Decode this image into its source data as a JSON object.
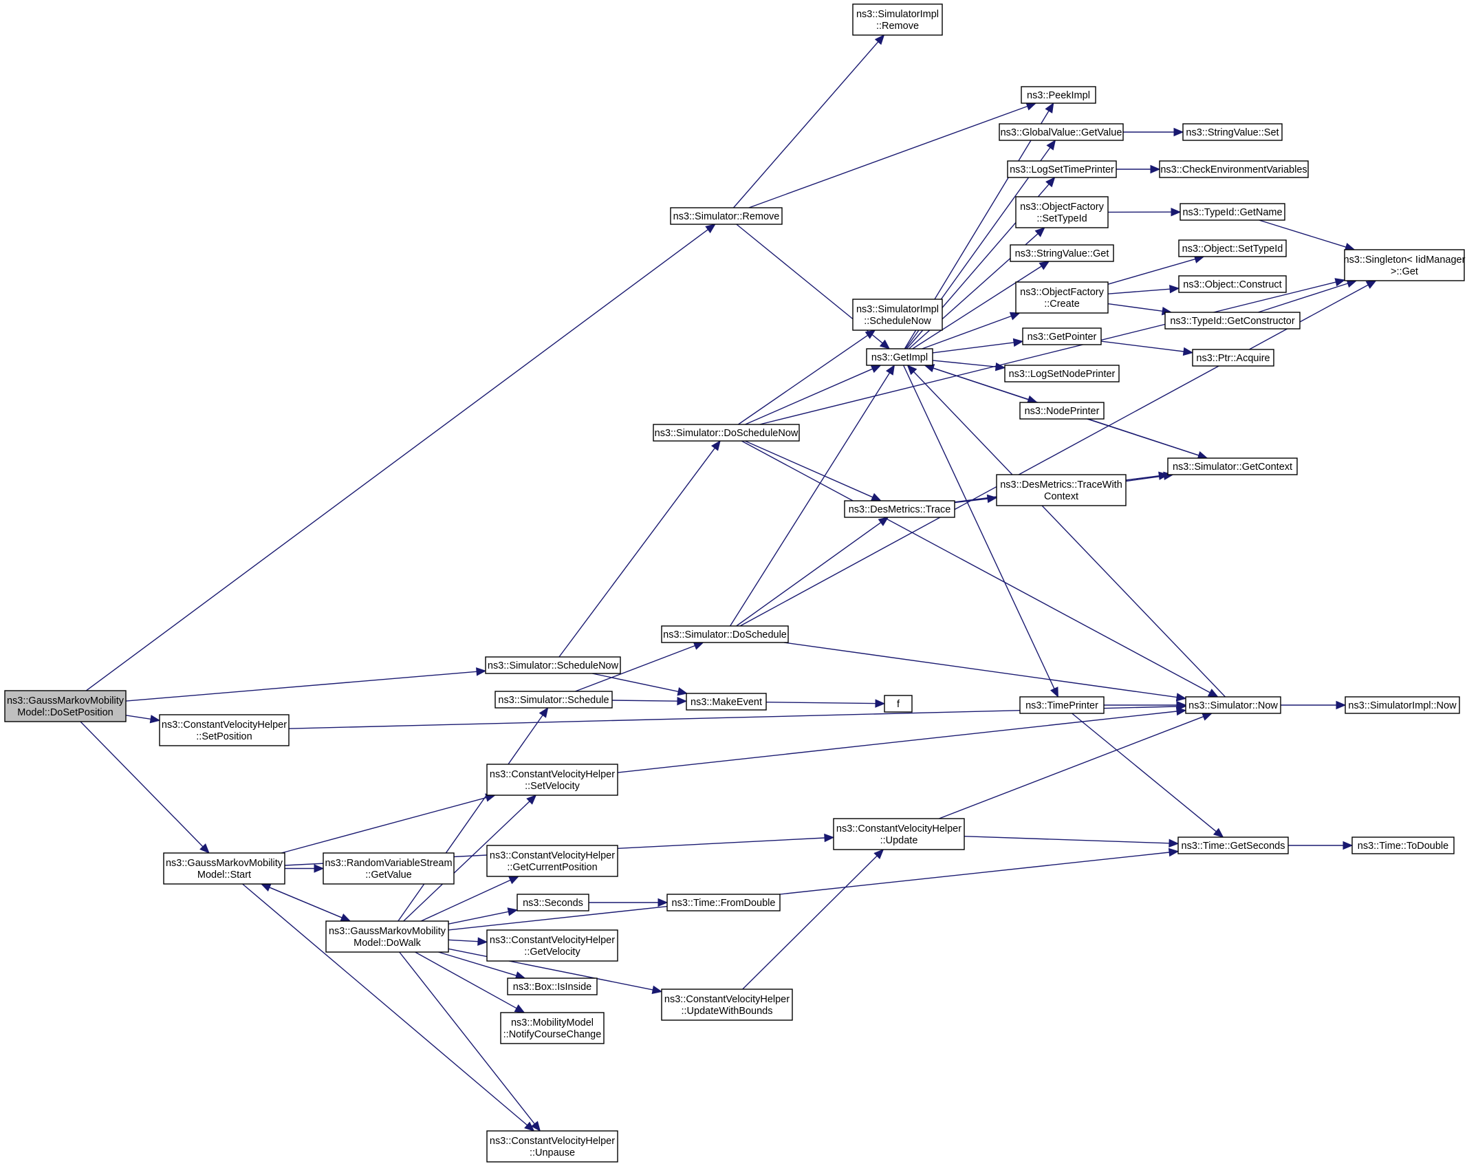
{
  "graph": {
    "colors": {
      "edge": "#191970",
      "normal_border": "#000000",
      "truncated_border": "#ff0000",
      "root_fill": "#bfbfbf"
    },
    "nodes": [
      {
        "id": "doSetPosition",
        "lines": [
          "ns3::GaussMarkovMobility",
          "Model::DoSetPosition"
        ],
        "root": true
      },
      {
        "id": "cvhSetPosition",
        "lines": [
          "ns3::ConstantVelocityHelper",
          "::SetPosition"
        ]
      },
      {
        "id": "gmStart",
        "lines": [
          "ns3::GaussMarkovMobility",
          "Model::Start"
        ]
      },
      {
        "id": "gmDoWalk",
        "lines": [
          "ns3::GaussMarkovMobility",
          "Model::DoWalk"
        ]
      },
      {
        "id": "rvsGetValue",
        "lines": [
          "ns3::RandomVariableStream",
          "::GetValue"
        ]
      },
      {
        "id": "simScheduleNow",
        "lines": [
          "ns3::Simulator::ScheduleNow"
        ]
      },
      {
        "id": "simSchedule",
        "lines": [
          "ns3::Simulator::Schedule"
        ]
      },
      {
        "id": "cvhSetVelocity",
        "lines": [
          "ns3::ConstantVelocityHelper",
          "::SetVelocity"
        ]
      },
      {
        "id": "cvhGetCurrentPosition",
        "lines": [
          "ns3::ConstantVelocityHelper",
          "::GetCurrentPosition"
        ]
      },
      {
        "id": "seconds",
        "lines": [
          "ns3::Seconds"
        ]
      },
      {
        "id": "cvhGetVelocity",
        "lines": [
          "ns3::ConstantVelocityHelper",
          "::GetVelocity"
        ]
      },
      {
        "id": "boxIsInside",
        "lines": [
          "ns3::Box::IsInside"
        ]
      },
      {
        "id": "mmNotify",
        "lines": [
          "ns3::MobilityModel",
          "::NotifyCourseChange"
        ]
      },
      {
        "id": "cvhUnpause",
        "lines": [
          "ns3::ConstantVelocityHelper",
          "::Unpause"
        ]
      },
      {
        "id": "simRemove",
        "lines": [
          "ns3::Simulator::Remove"
        ]
      },
      {
        "id": "simDoScheduleNow",
        "lines": [
          "ns3::Simulator::DoScheduleNow"
        ]
      },
      {
        "id": "simDoSchedule",
        "lines": [
          "ns3::Simulator::DoSchedule"
        ],
        "truncated": true
      },
      {
        "id": "makeEvent",
        "lines": [
          "ns3::MakeEvent"
        ]
      },
      {
        "id": "cvhUpdateWithBounds",
        "lines": [
          "ns3::ConstantVelocityHelper",
          "::UpdateWithBounds"
        ]
      },
      {
        "id": "timeFromDouble",
        "lines": [
          "ns3::Time::FromDouble"
        ],
        "truncated": true
      },
      {
        "id": "simImplRemove",
        "lines": [
          "ns3::SimulatorImpl",
          "::Remove"
        ]
      },
      {
        "id": "simImplScheduleNow",
        "lines": [
          "ns3::SimulatorImpl",
          "::ScheduleNow"
        ]
      },
      {
        "id": "getImpl",
        "lines": [
          "ns3::GetImpl"
        ]
      },
      {
        "id": "desTrace",
        "lines": [
          "ns3::DesMetrics::Trace"
        ]
      },
      {
        "id": "fnF",
        "lines": [
          "f"
        ]
      },
      {
        "id": "cvhUpdate",
        "lines": [
          "ns3::ConstantVelocityHelper",
          "::Update"
        ]
      },
      {
        "id": "peekImpl",
        "lines": [
          "ns3::PeekImpl"
        ]
      },
      {
        "id": "gvGetValue",
        "lines": [
          "ns3::GlobalValue::GetValue"
        ]
      },
      {
        "id": "logSetTimePrinter",
        "lines": [
          "ns3::LogSetTimePrinter"
        ]
      },
      {
        "id": "ofSetTypeId",
        "lines": [
          "ns3::ObjectFactory",
          "::SetTypeId"
        ]
      },
      {
        "id": "svGet",
        "lines": [
          "ns3::StringValue::Get"
        ]
      },
      {
        "id": "ofCreate",
        "lines": [
          "ns3::ObjectFactory",
          "::Create"
        ]
      },
      {
        "id": "getPointer",
        "lines": [
          "ns3::GetPointer"
        ]
      },
      {
        "id": "logSetNodePrinter",
        "lines": [
          "ns3::LogSetNodePrinter"
        ]
      },
      {
        "id": "nodePrinter",
        "lines": [
          "ns3::NodePrinter"
        ]
      },
      {
        "id": "desTraceWithContext",
        "lines": [
          "ns3::DesMetrics::TraceWith",
          "Context"
        ],
        "truncated": true
      },
      {
        "id": "timePrinter",
        "lines": [
          "ns3::TimePrinter"
        ]
      },
      {
        "id": "svSet",
        "lines": [
          "ns3::StringValue::Set"
        ]
      },
      {
        "id": "checkEnv",
        "lines": [
          "ns3::CheckEnvironmentVariables"
        ],
        "truncated": true
      },
      {
        "id": "typeIdGetName",
        "lines": [
          "ns3::TypeId::GetName"
        ],
        "truncated": true
      },
      {
        "id": "objSetTypeId",
        "lines": [
          "ns3::Object::SetTypeId"
        ],
        "truncated": true
      },
      {
        "id": "objConstruct",
        "lines": [
          "ns3::Object::Construct"
        ],
        "truncated": true
      },
      {
        "id": "typeIdGetConstructor",
        "lines": [
          "ns3::TypeId::GetConstructor"
        ],
        "truncated": true
      },
      {
        "id": "ptrAcquire",
        "lines": [
          "ns3::Ptr::Acquire"
        ]
      },
      {
        "id": "simGetContext",
        "lines": [
          "ns3::Simulator::GetContext"
        ],
        "truncated": true
      },
      {
        "id": "simNow",
        "lines": [
          "ns3::Simulator::Now"
        ]
      },
      {
        "id": "timeGetSeconds",
        "lines": [
          "ns3::Time::GetSeconds"
        ]
      },
      {
        "id": "singletonGet",
        "lines": [
          "ns3::Singleton< IidManager",
          " >::Get"
        ]
      },
      {
        "id": "simImplNow",
        "lines": [
          "ns3::SimulatorImpl::Now"
        ]
      },
      {
        "id": "timeToDouble",
        "lines": [
          "ns3::Time::ToDouble"
        ],
        "truncated": true
      }
    ],
    "edges": [
      [
        "doSetPosition",
        "simRemove"
      ],
      [
        "doSetPosition",
        "simScheduleNow"
      ],
      [
        "doSetPosition",
        "cvhSetPosition"
      ],
      [
        "doSetPosition",
        "gmStart"
      ],
      [
        "cvhSetPosition",
        "simNow"
      ],
      [
        "gmStart",
        "cvhSetVelocity"
      ],
      [
        "gmStart",
        "cvhUpdate"
      ],
      [
        "gmStart",
        "rvsGetValue"
      ],
      [
        "gmStart",
        "gmDoWalk"
      ],
      [
        "gmStart",
        "cvhUnpause"
      ],
      [
        "gmDoWalk",
        "gmStart"
      ],
      [
        "gmDoWalk",
        "simSchedule"
      ],
      [
        "gmDoWalk",
        "cvhSetVelocity"
      ],
      [
        "gmDoWalk",
        "cvhGetCurrentPosition"
      ],
      [
        "gmDoWalk",
        "seconds"
      ],
      [
        "gmDoWalk",
        "cvhGetVelocity"
      ],
      [
        "gmDoWalk",
        "boxIsInside"
      ],
      [
        "gmDoWalk",
        "mmNotify"
      ],
      [
        "gmDoWalk",
        "cvhUpdateWithBounds"
      ],
      [
        "gmDoWalk",
        "timeGetSeconds"
      ],
      [
        "gmDoWalk",
        "cvhUnpause"
      ],
      [
        "simScheduleNow",
        "simDoScheduleNow"
      ],
      [
        "simScheduleNow",
        "makeEvent"
      ],
      [
        "simSchedule",
        "simDoSchedule"
      ],
      [
        "simSchedule",
        "makeEvent"
      ],
      [
        "cvhSetVelocity",
        "simNow"
      ],
      [
        "seconds",
        "timeFromDouble"
      ],
      [
        "simRemove",
        "simImplRemove"
      ],
      [
        "simRemove",
        "peekImpl"
      ],
      [
        "simRemove",
        "getImpl"
      ],
      [
        "simDoScheduleNow",
        "simImplScheduleNow"
      ],
      [
        "simDoScheduleNow",
        "getImpl"
      ],
      [
        "simDoScheduleNow",
        "desTrace"
      ],
      [
        "simDoScheduleNow",
        "simNow"
      ],
      [
        "simDoScheduleNow",
        "singletonGet"
      ],
      [
        "simDoSchedule",
        "getImpl"
      ],
      [
        "simDoSchedule",
        "desTrace"
      ],
      [
        "simDoSchedule",
        "simNow"
      ],
      [
        "simDoSchedule",
        "singletonGet"
      ],
      [
        "makeEvent",
        "fnF"
      ],
      [
        "cvhUpdateWithBounds",
        "cvhUpdate"
      ],
      [
        "cvhUpdate",
        "simNow"
      ],
      [
        "cvhUpdate",
        "timeGetSeconds"
      ],
      [
        "getImpl",
        "peekImpl"
      ],
      [
        "getImpl",
        "gvGetValue"
      ],
      [
        "getImpl",
        "logSetTimePrinter"
      ],
      [
        "getImpl",
        "ofSetTypeId"
      ],
      [
        "getImpl",
        "svGet"
      ],
      [
        "getImpl",
        "ofCreate"
      ],
      [
        "getImpl",
        "getPointer"
      ],
      [
        "getImpl",
        "logSetNodePrinter"
      ],
      [
        "getImpl",
        "nodePrinter"
      ],
      [
        "getImpl",
        "timePrinter"
      ],
      [
        "desTrace",
        "desTraceWithContext"
      ],
      [
        "desTrace",
        "simGetContext"
      ],
      [
        "gvGetValue",
        "svSet"
      ],
      [
        "logSetTimePrinter",
        "checkEnv"
      ],
      [
        "ofSetTypeId",
        "typeIdGetName"
      ],
      [
        "ofCreate",
        "objSetTypeId"
      ],
      [
        "ofCreate",
        "objConstruct"
      ],
      [
        "ofCreate",
        "typeIdGetConstructor"
      ],
      [
        "getPointer",
        "ptrAcquire"
      ],
      [
        "nodePrinter",
        "simGetContext"
      ],
      [
        "desTraceWithContext",
        "simGetContext"
      ],
      [
        "timePrinter",
        "simNow"
      ],
      [
        "timePrinter",
        "timeGetSeconds"
      ],
      [
        "simGetContext",
        "getImpl"
      ],
      [
        "simNow",
        "getImpl"
      ],
      [
        "simNow",
        "simImplNow"
      ],
      [
        "typeIdGetName",
        "singletonGet"
      ],
      [
        "typeIdGetConstructor",
        "singletonGet"
      ],
      [
        "timeGetSeconds",
        "timeToDouble"
      ]
    ]
  }
}
